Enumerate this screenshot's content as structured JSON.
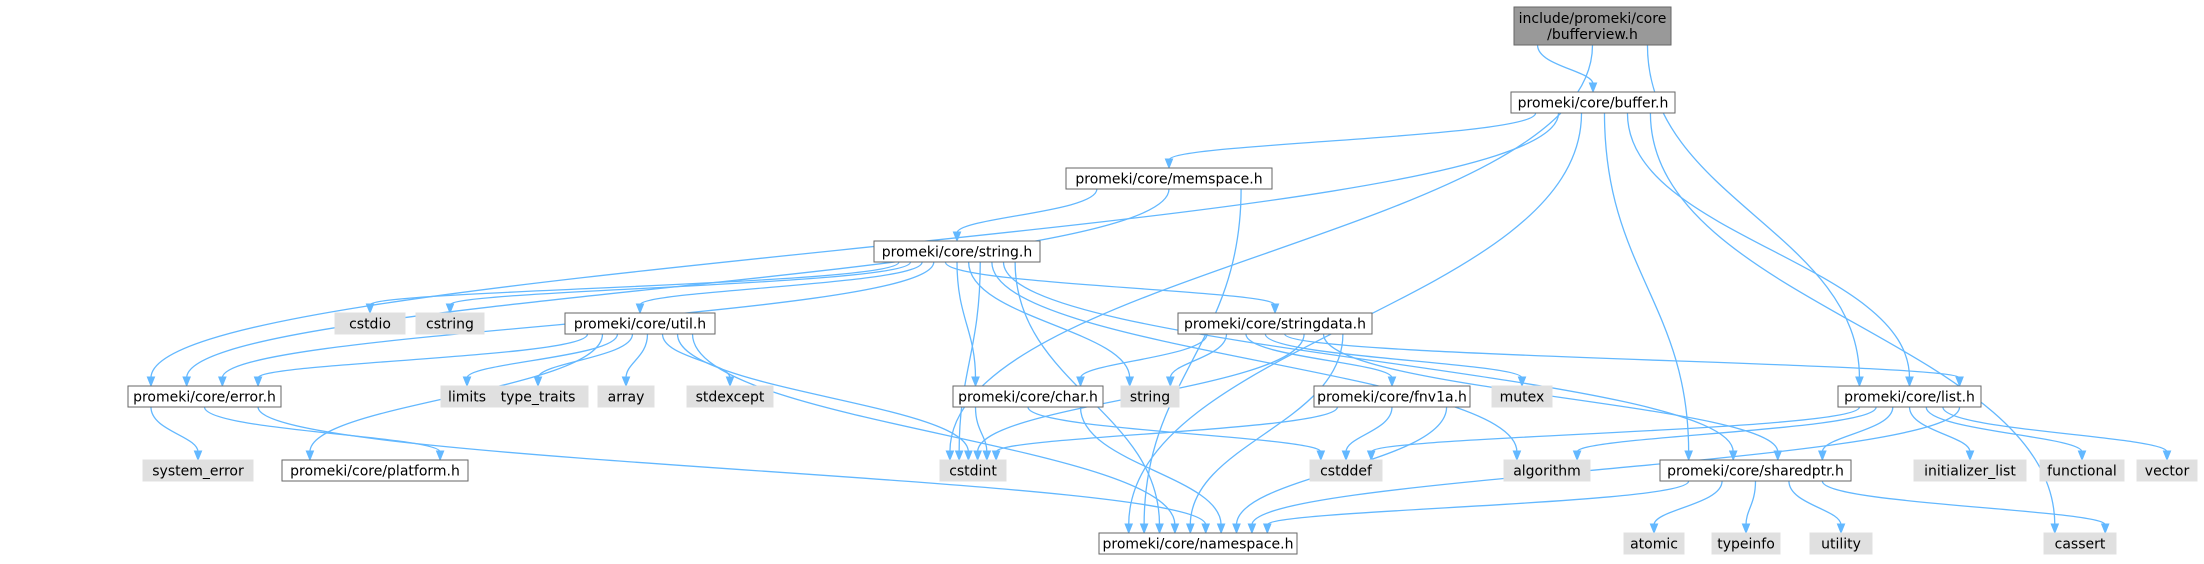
{
  "graph": {
    "colors": {
      "edge": "#63b8ff",
      "root_fill": "#999999",
      "root_stroke": "#666666",
      "node_fill": "#ffffff",
      "node_stroke": "#666666",
      "external_fill": "#e0e0e0",
      "external_stroke": "#999999"
    },
    "nodes": [
      {
        "id": "bufferview",
        "lines": [
          "include/promeki/core",
          "/bufferview.h"
        ],
        "style": "root"
      },
      {
        "id": "buffer",
        "lines": [
          "promeki/core/buffer.h"
        ],
        "style": "node"
      },
      {
        "id": "memspace",
        "lines": [
          "promeki/core/memspace.h"
        ],
        "style": "node"
      },
      {
        "id": "string_h",
        "lines": [
          "promeki/core/string.h"
        ],
        "style": "node"
      },
      {
        "id": "cstdio",
        "lines": [
          "cstdio"
        ],
        "style": "external"
      },
      {
        "id": "cstring",
        "lines": [
          "cstring"
        ],
        "style": "external"
      },
      {
        "id": "util",
        "lines": [
          "promeki/core/util.h"
        ],
        "style": "node"
      },
      {
        "id": "stringdata",
        "lines": [
          "promeki/core/stringdata.h"
        ],
        "style": "node"
      },
      {
        "id": "error",
        "lines": [
          "promeki/core/error.h"
        ],
        "style": "node"
      },
      {
        "id": "limits",
        "lines": [
          "limits"
        ],
        "style": "external"
      },
      {
        "id": "type_traits",
        "lines": [
          "type_traits"
        ],
        "style": "external"
      },
      {
        "id": "array",
        "lines": [
          "array"
        ],
        "style": "external"
      },
      {
        "id": "stdexcept",
        "lines": [
          "stdexcept"
        ],
        "style": "external"
      },
      {
        "id": "char_h",
        "lines": [
          "promeki/core/char.h"
        ],
        "style": "node"
      },
      {
        "id": "string",
        "lines": [
          "string"
        ],
        "style": "external"
      },
      {
        "id": "fnv1a",
        "lines": [
          "promeki/core/fnv1a.h"
        ],
        "style": "node"
      },
      {
        "id": "mutex",
        "lines": [
          "mutex"
        ],
        "style": "external"
      },
      {
        "id": "list_h",
        "lines": [
          "promeki/core/list.h"
        ],
        "style": "node"
      },
      {
        "id": "system_error",
        "lines": [
          "system_error"
        ],
        "style": "external"
      },
      {
        "id": "platform",
        "lines": [
          "promeki/core/platform.h"
        ],
        "style": "node"
      },
      {
        "id": "cstdint",
        "lines": [
          "cstdint"
        ],
        "style": "external"
      },
      {
        "id": "cstddef",
        "lines": [
          "cstddef"
        ],
        "style": "external"
      },
      {
        "id": "algorithm",
        "lines": [
          "algorithm"
        ],
        "style": "external"
      },
      {
        "id": "sharedptr",
        "lines": [
          "promeki/core/sharedptr.h"
        ],
        "style": "node"
      },
      {
        "id": "initializer_list",
        "lines": [
          "initializer_list"
        ],
        "style": "external"
      },
      {
        "id": "functional",
        "lines": [
          "functional"
        ],
        "style": "external"
      },
      {
        "id": "vector",
        "lines": [
          "vector"
        ],
        "style": "external"
      },
      {
        "id": "namespace",
        "lines": [
          "promeki/core/namespace.h"
        ],
        "style": "node"
      },
      {
        "id": "atomic",
        "lines": [
          "atomic"
        ],
        "style": "external"
      },
      {
        "id": "typeinfo",
        "lines": [
          "typeinfo"
        ],
        "style": "external"
      },
      {
        "id": "utility",
        "lines": [
          "utility"
        ],
        "style": "external"
      },
      {
        "id": "cassert",
        "lines": [
          "cassert"
        ],
        "style": "external"
      }
    ],
    "edges": [
      [
        "bufferview",
        "buffer"
      ],
      [
        "bufferview",
        "cstdint"
      ],
      [
        "bufferview",
        "list_h"
      ],
      [
        "buffer",
        "memspace"
      ],
      [
        "buffer",
        "error"
      ],
      [
        "buffer",
        "namespace"
      ],
      [
        "buffer",
        "sharedptr"
      ],
      [
        "buffer",
        "list_h"
      ],
      [
        "buffer",
        "cassert"
      ],
      [
        "memspace",
        "string_h"
      ],
      [
        "memspace",
        "error"
      ],
      [
        "memspace",
        "namespace"
      ],
      [
        "string_h",
        "cstdio"
      ],
      [
        "string_h",
        "cstring"
      ],
      [
        "string_h",
        "util"
      ],
      [
        "string_h",
        "error"
      ],
      [
        "string_h",
        "stringdata"
      ],
      [
        "string_h",
        "char_h"
      ],
      [
        "string_h",
        "string"
      ],
      [
        "string_h",
        "cstdint"
      ],
      [
        "string_h",
        "algorithm"
      ],
      [
        "string_h",
        "sharedptr"
      ],
      [
        "string_h",
        "namespace"
      ],
      [
        "util",
        "error"
      ],
      [
        "util",
        "platform"
      ],
      [
        "util",
        "limits"
      ],
      [
        "util",
        "type_traits"
      ],
      [
        "util",
        "array"
      ],
      [
        "util",
        "stdexcept"
      ],
      [
        "util",
        "cstdint"
      ],
      [
        "util",
        "namespace"
      ],
      [
        "stringdata",
        "char_h"
      ],
      [
        "stringdata",
        "string"
      ],
      [
        "stringdata",
        "fnv1a"
      ],
      [
        "stringdata",
        "mutex"
      ],
      [
        "stringdata",
        "list_h"
      ],
      [
        "stringdata",
        "cstdint"
      ],
      [
        "stringdata",
        "sharedptr"
      ],
      [
        "stringdata",
        "namespace"
      ],
      [
        "error",
        "system_error"
      ],
      [
        "error",
        "platform"
      ],
      [
        "error",
        "namespace"
      ],
      [
        "char_h",
        "cstdint"
      ],
      [
        "char_h",
        "cstddef"
      ],
      [
        "char_h",
        "namespace"
      ],
      [
        "fnv1a",
        "cstdint"
      ],
      [
        "fnv1a",
        "cstddef"
      ],
      [
        "fnv1a",
        "namespace"
      ],
      [
        "list_h",
        "cstddef"
      ],
      [
        "list_h",
        "algorithm"
      ],
      [
        "list_h",
        "sharedptr"
      ],
      [
        "list_h",
        "initializer_list"
      ],
      [
        "list_h",
        "functional"
      ],
      [
        "list_h",
        "vector"
      ],
      [
        "list_h",
        "namespace"
      ],
      [
        "sharedptr",
        "namespace"
      ],
      [
        "sharedptr",
        "atomic"
      ],
      [
        "sharedptr",
        "typeinfo"
      ],
      [
        "sharedptr",
        "utility"
      ],
      [
        "sharedptr",
        "cassert"
      ]
    ]
  }
}
